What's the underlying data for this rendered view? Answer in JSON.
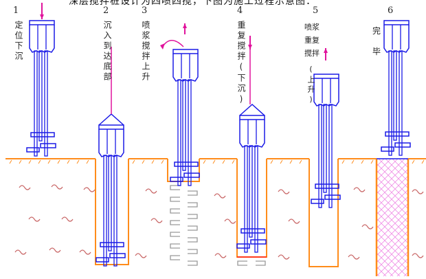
{
  "caption": "深层搅拌桩设计为四喷四搅，下图为施工过程示意图：",
  "colors": {
    "rig": "#1a1ae6",
    "arrow": "#e0139c",
    "ground": "#ff8c1a",
    "soil_mark": "#c86464",
    "slurry": "#999999",
    "pile_fill": "#f08ce6",
    "bottom_line": "#ff2020"
  },
  "steps": [
    {
      "number": "1",
      "label": "定位下沉",
      "arrow": "down"
    },
    {
      "number": "2",
      "label": "沉入到达底部",
      "arrow": "none"
    },
    {
      "number": "3",
      "label": "喷浆搅拌上升",
      "arrow": "up-rotate"
    },
    {
      "number": "4",
      "label": "重复搅拌(下沉)",
      "arrow": "down"
    },
    {
      "number": "5",
      "label_lines": [
        "喷浆",
        "重复",
        "搅拌"
      ],
      "label_tail": "(上升)",
      "arrow": "up"
    },
    {
      "number": "6",
      "label_lines": [
        "完",
        "毕"
      ],
      "arrow": "none"
    }
  ],
  "icons": {
    "soil": "tilde-soil-icon",
    "hatch": "ground-hatch-icon",
    "pile": "crosshatch-pile-icon"
  }
}
